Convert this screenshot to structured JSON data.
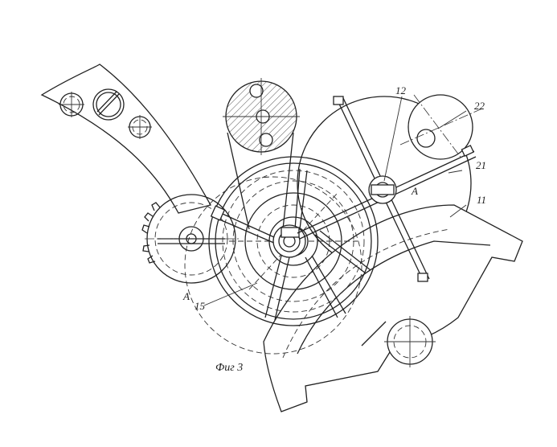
{
  "figure": {
    "caption": "Фиг 3",
    "labels": {
      "l12": "12",
      "l22": "22",
      "l21": "21",
      "l11": "11",
      "lA1": "A",
      "lA2": "A",
      "l15": "15"
    }
  }
}
